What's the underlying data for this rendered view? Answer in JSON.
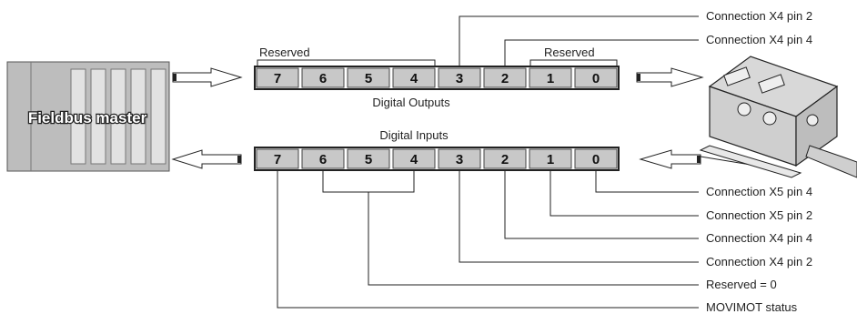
{
  "fieldbus_master": {
    "label": "Fieldbus master"
  },
  "outputs": {
    "title": "Digital Outputs",
    "bits": [
      "7",
      "6",
      "5",
      "4",
      "3",
      "2",
      "1",
      "0"
    ],
    "reserved_left": "Reserved",
    "reserved_right": "Reserved",
    "connections": [
      {
        "bit": "3",
        "label": "Connection X4 pin 2"
      },
      {
        "bit": "2",
        "label": "Connection X4 pin 4"
      }
    ]
  },
  "inputs": {
    "title": "Digital Inputs",
    "bits": [
      "7",
      "6",
      "5",
      "4",
      "3",
      "2",
      "1",
      "0"
    ],
    "connections": [
      {
        "bit": "0",
        "label": "Connection X5 pin 4"
      },
      {
        "bit": "1",
        "label": "Connection X5 pin 2"
      },
      {
        "bit": "2",
        "label": "Connection X4 pin 4"
      },
      {
        "bit": "3",
        "label": "Connection X4 pin 2"
      },
      {
        "bit": "6-4",
        "label": "Reserved = 0"
      },
      {
        "bit": "7",
        "label": "MOVIMOT status"
      }
    ]
  },
  "colors": {
    "cell_fill": "#c8c8c8",
    "master_fill": "#bdbdbd",
    "device_fill": "#d8d8d8"
  }
}
